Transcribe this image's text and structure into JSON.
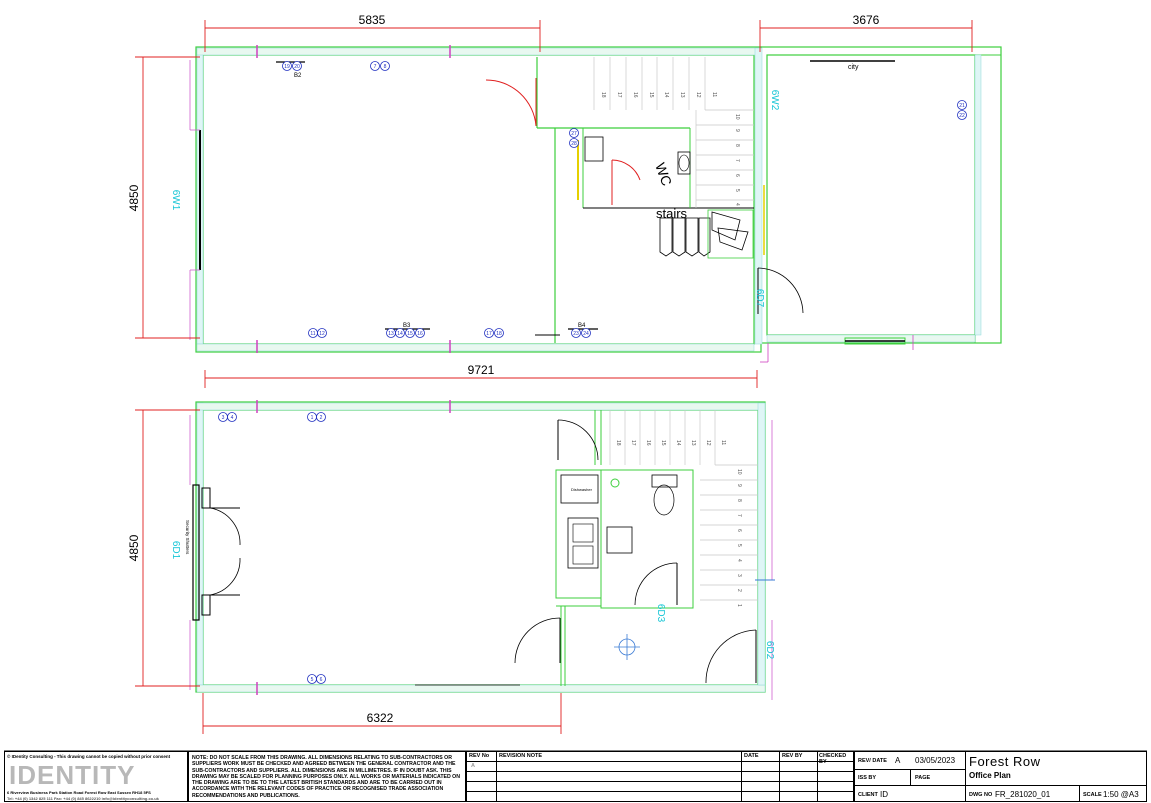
{
  "dimensions": {
    "upper_left_width": "5835",
    "upper_right_width": "3676",
    "upper_height": "4850",
    "total_width": "9721",
    "lower_height": "4850",
    "lower_width": "6322"
  },
  "room_labels": {
    "wc": "WC",
    "stairs": "stairs",
    "city": "city",
    "dishwasher": "Dishwasher",
    "security_shutters": "Security Shutters"
  },
  "window_tags": {
    "w1": "6W1",
    "w2": "6W2",
    "d7": "6D7",
    "d1": "6D1",
    "d3": "6D3",
    "d2": "6D2"
  },
  "device_tags": {
    "b2": "B2",
    "b3": "B3",
    "b4": "B4",
    "upper_top": [
      "19",
      "20",
      "7",
      "8"
    ],
    "upper_bottom": [
      "11",
      "12",
      "13",
      "14",
      "15",
      "16",
      "17",
      "18",
      "23",
      "24"
    ],
    "upper_wc": [
      "27",
      "28"
    ],
    "upper_right": [
      "21",
      "22"
    ],
    "lower_top": [
      "3",
      "4",
      "1",
      "2"
    ],
    "lower_bottom": [
      "5",
      "6"
    ]
  },
  "stair_numbers_upper_top": [
    "18",
    "17",
    "16",
    "15",
    "14",
    "13",
    "12",
    "11"
  ],
  "stair_numbers_upper_side": [
    "10",
    "9",
    "8",
    "7",
    "6",
    "5",
    "4"
  ],
  "stair_numbers_lower_top": [
    "18",
    "17",
    "16",
    "15",
    "14",
    "13",
    "12",
    "11"
  ],
  "stair_numbers_lower_side": [
    "10",
    "9",
    "8",
    "7",
    "6",
    "5",
    "4",
    "3",
    "2",
    "1"
  ],
  "title_block": {
    "company_line": "© IDentity Consulting - This drawing cannot be copied without prior consent",
    "logo": "IDENTITY",
    "address": "6 Riverview Business Park  Station Road  Forest Row  East Sussex  RH18 5FS",
    "contact": "Tel: +44 (0) 1342 825 111  Fax: +44 (0) 845 8622210  info@identityconsulting.co.uk",
    "note_label": "NOTE:",
    "note_text": "DO NOT SCALE FROM THIS DRAWING.  ALL DIMENSIONS RELATING TO SUB-CONTRACTORS OR SUPPLIERS WORK MUST BE CHECKED AND AGREED BETWEEN THE GENERAL CONTRACTOR AND THE SUB-CONTRACTORS AND SUPPLIERS.  ALL DIMENSIONS ARE IN MILLIMETRES.  IF IN DOUBT ASK. THIS DRAWING MAY BE SCALED FOR PLANNING PURPOSES ONLY.  ALL WORKS OR MATERIALS INDICATED ON THE DRAWING ARE TO BE TO THE LATEST BRITISH STANDARDS AND ARE TO BE CARRIED OUT IN ACCORDANCE WITH THE RELEVANT CODES OF PRACTICE OR RECOGNISED TRADE ASSOCIATION RECOMMENDATIONS AND PUBLICATIONS.",
    "rev_no_label": "REV No",
    "revision_note_label": "REVISION NOTE",
    "date_label": "DATE",
    "rev_by_label": "REV BY",
    "checked_by_label": "CHECKED BY",
    "rev_rows": [
      "A",
      "",
      "",
      ""
    ],
    "rev_date_label": "REV/ DATE",
    "rev_value": "A",
    "date_value": "03/05/2023",
    "project_title": "Forest Row",
    "drawing_title": "Office Plan",
    "iss_by_label": "ISS BY",
    "page_label": "PAGE",
    "client_label": "CLIENT",
    "client_value": "ID",
    "dwg_label": "DWG NO",
    "dwg_value": "FR_281020_01",
    "scale_label": "SCALE",
    "scale_value": "1:50 @A3"
  }
}
